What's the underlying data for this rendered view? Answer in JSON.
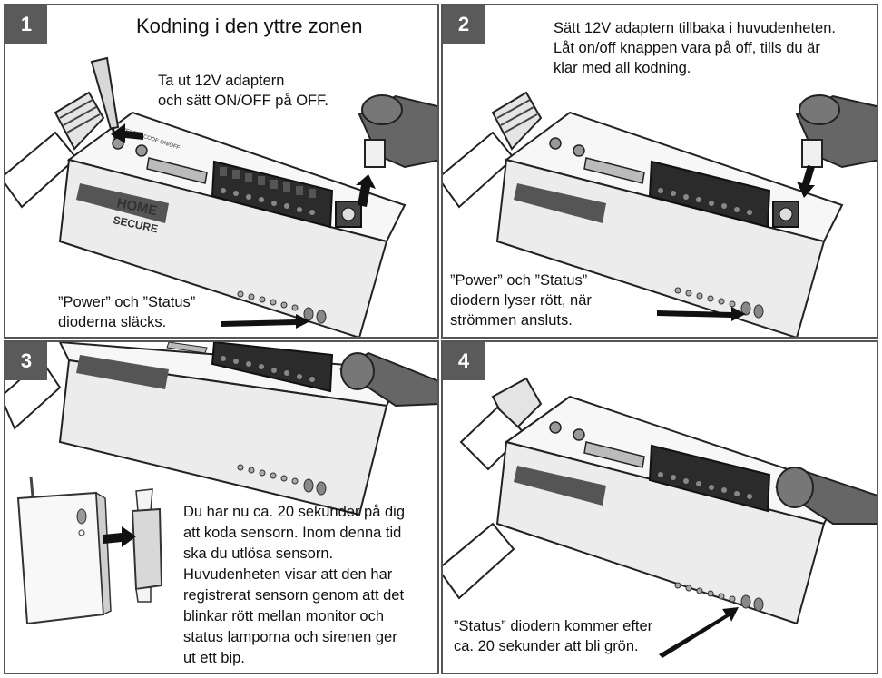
{
  "panels": [
    {
      "number": "1",
      "title": "Kodning i den yttre zonen",
      "instruction": [
        "Ta ut 12V adaptern",
        "och sätt ON/OFF på OFF."
      ],
      "caption": [
        "”Power” och ”Status”",
        "dioderna släcks."
      ]
    },
    {
      "number": "2",
      "instruction": [
        "Sätt 12V adaptern tillbaka i huvudenheten.",
        "Låt on/off knappen vara på off, tills du är",
        "klar med all kodning."
      ],
      "caption": [
        "”Power” och ”Status”",
        "diodern lyser rött, när",
        "strömmen ansluts."
      ]
    },
    {
      "number": "3",
      "instruction": [
        "Du har nu ca. 20 sekunder på dig",
        "att koda sensorn. Inom denna tid",
        "ska du utlösa sensorn.",
        "Huvudenheten visar att den har",
        "registrerat sensorn genom att det",
        "blinkar rött mellan monitor och",
        "status lamporna och sirenen ger",
        "ut ett bip."
      ]
    },
    {
      "number": "4",
      "caption": [
        "”Status” diodern kommer efter",
        "ca. 20 sekunder att bli grön."
      ]
    }
  ],
  "device": {
    "logo_line1": "HOME",
    "logo_line2": "SECURE",
    "button_label": "RESET / CODE ON/OFF"
  },
  "colors": {
    "panel_border": "#555555",
    "number_badge": "#5a5a5a",
    "device_body": "#f4f4f4",
    "terminal": "#2b2b2b",
    "arrow": "#111111"
  }
}
